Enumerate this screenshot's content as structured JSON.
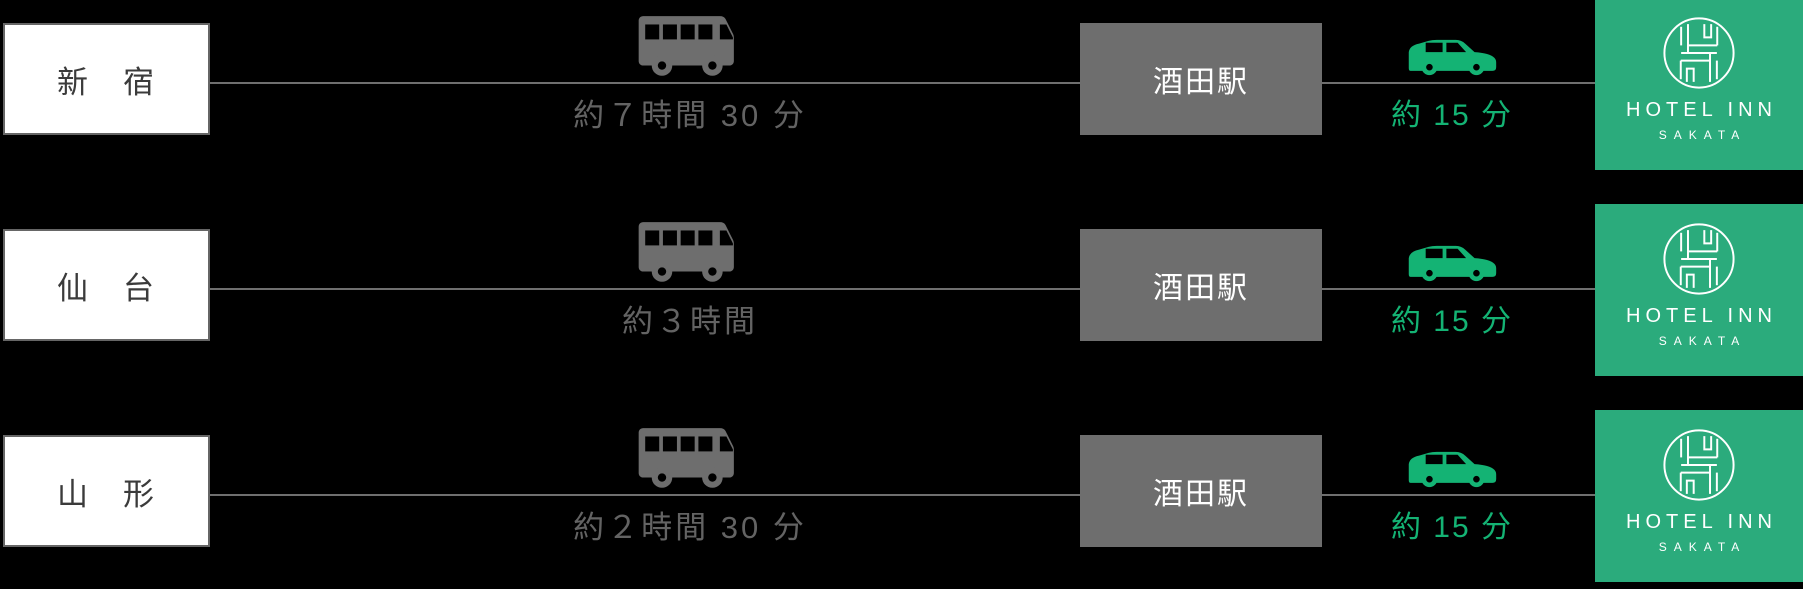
{
  "background_color": "#000000",
  "colors": {
    "brand_green_box": "#2BAB7C",
    "accent_green_car": "#14B374",
    "gray_station_and_icons": "#6E6E6E",
    "line_gray": "#6F6F6F",
    "origin_text": "#3B3B3B",
    "white": "#FFFFFF"
  },
  "hotel": {
    "name_line1": "HOTEL INN",
    "name_line2": "SAKATA",
    "logo_icon": "hotel-inn-circle-monogram"
  },
  "icons": {
    "bus": "bus-icon",
    "car": "car-icon"
  },
  "rows": [
    {
      "origin": "新　宿",
      "bus_duration": "約７時間 30 分",
      "station": "酒田駅",
      "car_duration": "約 15 分"
    },
    {
      "origin": "仙　台",
      "bus_duration": "約３時間",
      "station": "酒田駅",
      "car_duration": "約 15 分"
    },
    {
      "origin": "山　形",
      "bus_duration": "約２時間 30 分",
      "station": "酒田駅",
      "car_duration": "約 15 分"
    }
  ]
}
